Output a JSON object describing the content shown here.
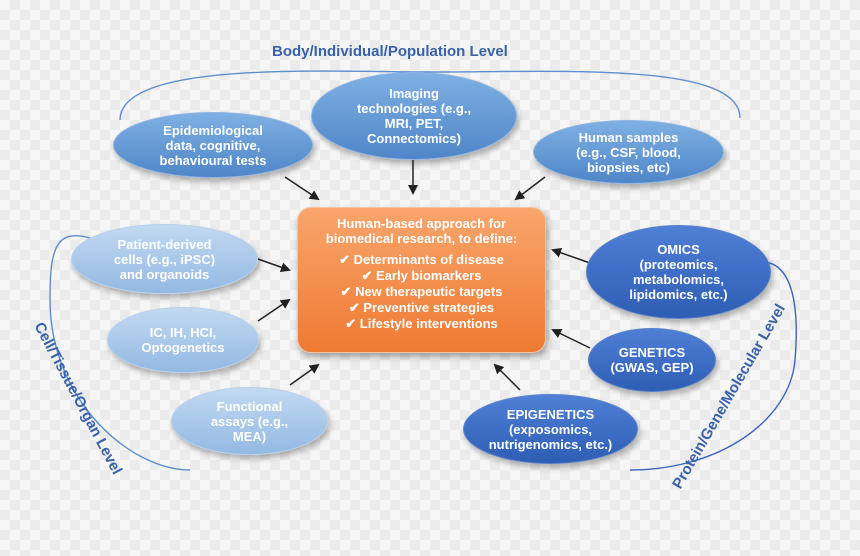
{
  "levels": {
    "top": "Body/Individual/Population Level",
    "left": "Cell/Tissue/Organ Level",
    "right": "Protein/Gene/Molecular Level"
  },
  "center": {
    "title": "Human-based approach for\nbiomedical research, to define:",
    "items": [
      "Determinants of disease",
      "Early biomarkers",
      "New therapeutic targets",
      "Preventive strategies",
      "Lifestyle interventions"
    ]
  },
  "nodes": {
    "epidemiological": "Epidemiological\ndata, cognitive,\nbehavioural tests",
    "imaging": "Imaging\ntechnologies (e.g.,\nMRI, PET,\nConnectomics)",
    "human_samples": "Human samples\n(e.g., CSF, blood,\nbiopsies, etc)",
    "patient_derived": "Patient-derived\ncells (e.g., iPSC)\nand organoids",
    "ic_ih_hci": "IC, IH, HCI,\nOptogenetics",
    "functional": "Functional\nassays (e.g.,\nMEA)",
    "omics": "OMICS\n(proteomics,\nmetabolomics,\nlipidomics, etc.)",
    "genetics": "GENETICS\n(GWAS, GEP)",
    "epigenetics": "EPIGENETICS\n(exposomics,\nnutrigenomics, etc.)"
  },
  "colors": {
    "top_group": "#5b8fd0",
    "left_group": "#a9c8ea",
    "right_group": "#3a67c0",
    "center": "#f28a45",
    "label_text": "#3a62a8",
    "arrow": "#222222"
  }
}
